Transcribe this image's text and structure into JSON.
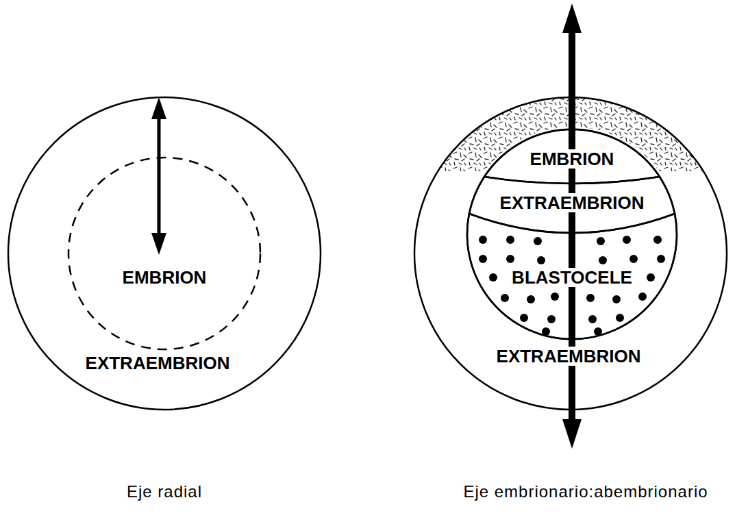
{
  "diagram": {
    "nodes": [
      {
        "text": [
          "EXTRAEMBRION"
        ]
      },
      {
        "text": [
          "EMBRION"
        ],
        "in": 0
      },
      {
        "text": [
          "EXTRAEMBRION"
        ]
      },
      {
        "text": [
          "EMBRION"
        ],
        "in": 2
      },
      {
        "text": [
          "EXTRAEMBRION"
        ],
        "in": 2
      },
      {
        "text": [
          "BLASTOCELE"
        ],
        "in": 2
      }
    ],
    "labels": [
      "Eje radial",
      "Eje embrionario:abembrionario"
    ]
  }
}
